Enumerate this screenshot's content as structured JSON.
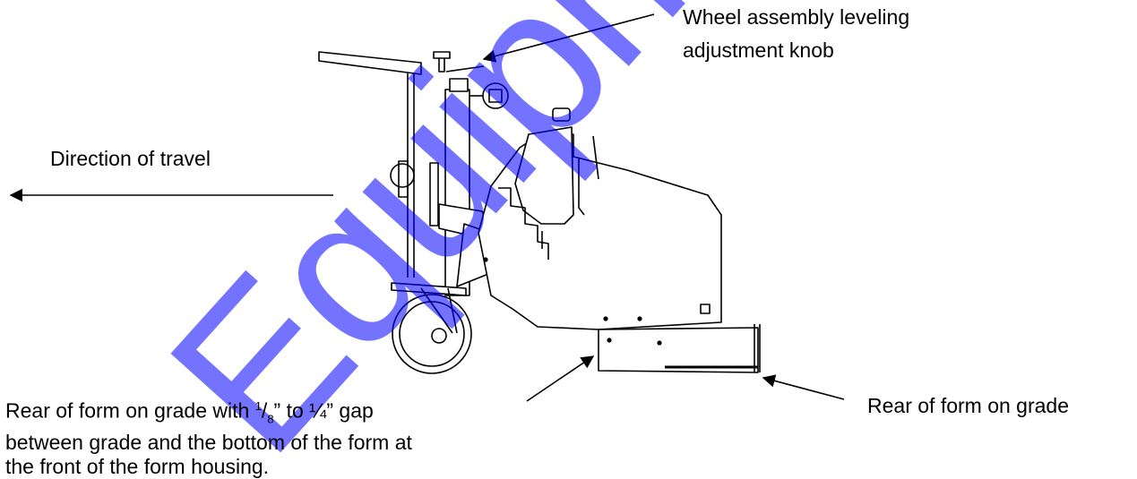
{
  "labels": {
    "knob_line1": "Wheel assembly leveling",
    "knob_line2": "adjustment knob",
    "direction": "Direction of travel",
    "rear_grade": "Rear of form on grade",
    "gap_pre": "Rear of form on grade with ",
    "gap_frac_num": "1",
    "gap_frac_den": "8",
    "gap_post": "” to ¼” gap",
    "gap_line2": "between grade and the bottom of the form at",
    "gap_line3": "the front of the form housing."
  },
  "watermark": {
    "text": "Equipment",
    "color": "#0000ff"
  }
}
